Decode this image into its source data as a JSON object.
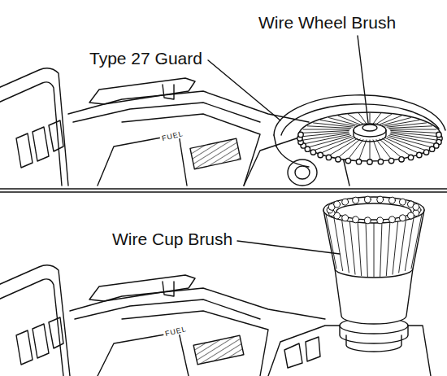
{
  "diagram": {
    "labels": [
      "Wire Wheel Brush",
      "Type 27 Guard",
      "Wire Cup Brush",
      "FUEL",
      "FUEL"
    ]
  }
}
